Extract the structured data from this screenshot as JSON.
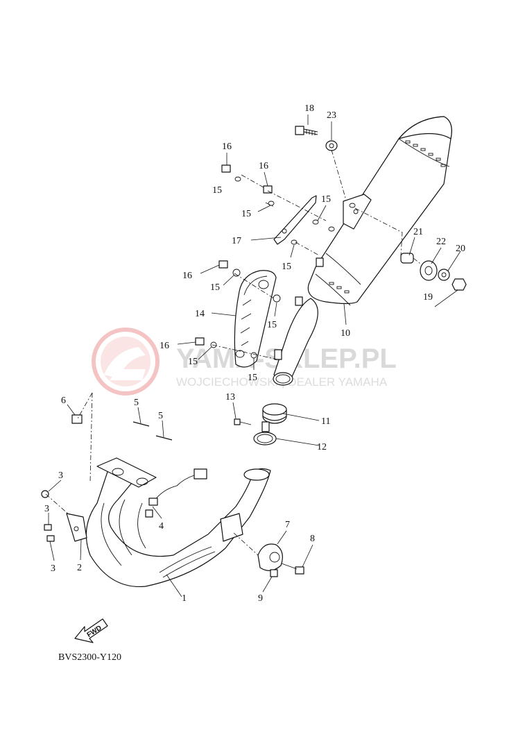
{
  "diagram": {
    "code": "BVS2300-Y120",
    "fwd_label": "FWD",
    "watermark": {
      "title": "YAMA-SKLEP.PL",
      "subtitle": "WOJCIECHOWSKI | DEALER YAMAHA"
    },
    "callouts": {
      "c1": "1",
      "c2": "2",
      "c3a": "3",
      "c3b": "3",
      "c3c": "3",
      "c4": "4",
      "c5a": "5",
      "c5b": "5",
      "c6": "6",
      "c7": "7",
      "c8": "8",
      "c9": "9",
      "c10": "10",
      "c11": "11",
      "c12": "12",
      "c13": "13",
      "c14": "14",
      "c15a": "15",
      "c15b": "15",
      "c15c": "15",
      "c15d": "15",
      "c15e": "15",
      "c15f": "15",
      "c15g": "15",
      "c15h": "15",
      "c16a": "16",
      "c16b": "16",
      "c16c": "16",
      "c16d": "16",
      "c17": "17",
      "c18": "18",
      "c19": "19",
      "c20": "20",
      "c21": "21",
      "c22": "22",
      "c23": "23"
    }
  }
}
